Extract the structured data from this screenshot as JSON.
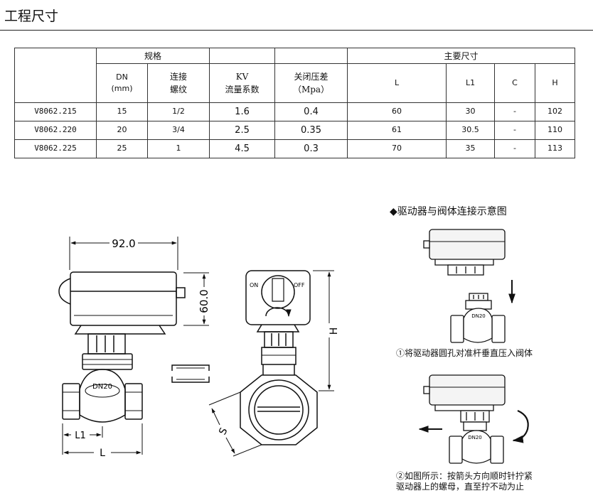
{
  "page": {
    "title": "工程尺寸"
  },
  "table": {
    "group_headers": {
      "spec": "规格",
      "main_dims": "主要尺寸"
    },
    "sub_headers": {
      "dn_a": "DN",
      "dn_b": "(mm)",
      "thread_a": "连接",
      "thread_b": "螺纹",
      "kv_a": "KV",
      "kv_b": "流量系数",
      "dp_a": "关闭压差",
      "dp_b": "（Mpa）",
      "l": "L",
      "l1": "L1",
      "c": "C",
      "h": "H"
    },
    "rows": [
      {
        "model": "V8062.215",
        "dn": "15",
        "thread": "1/2",
        "kv": "1.6",
        "dp": "0.4",
        "l": "60",
        "l1": "30",
        "c": "-",
        "h": "102"
      },
      {
        "model": "V8062.220",
        "dn": "20",
        "thread": "3/4",
        "kv": "2.5",
        "dp": "0.35",
        "l": "61",
        "l1": "30.5",
        "c": "-",
        "h": "110"
      },
      {
        "model": "V8062.225",
        "dn": "25",
        "thread": "1",
        "kv": "4.5",
        "dp": "0.3",
        "l": "70",
        "l1": "35",
        "c": "-",
        "h": "113"
      }
    ]
  },
  "drawing": {
    "dim_width": "92.0",
    "dim_height": "60.0",
    "valve_label": "DN20",
    "label_l1": "L1",
    "label_l": "L",
    "label_h": "H",
    "label_s": "S",
    "switch_on": "ON",
    "switch_off": "OFF"
  },
  "diagram": {
    "caption": "◆驱动器与阀体连接示意图",
    "step1": "①将驱动器圆孔对准杆垂直压入阀体",
    "step2_line1": "②如图所示：按箭头方向顺时针拧紧",
    "step2_line2": "驱动器上的螺母，直至拧不动为止",
    "valve_label": "DN20"
  }
}
